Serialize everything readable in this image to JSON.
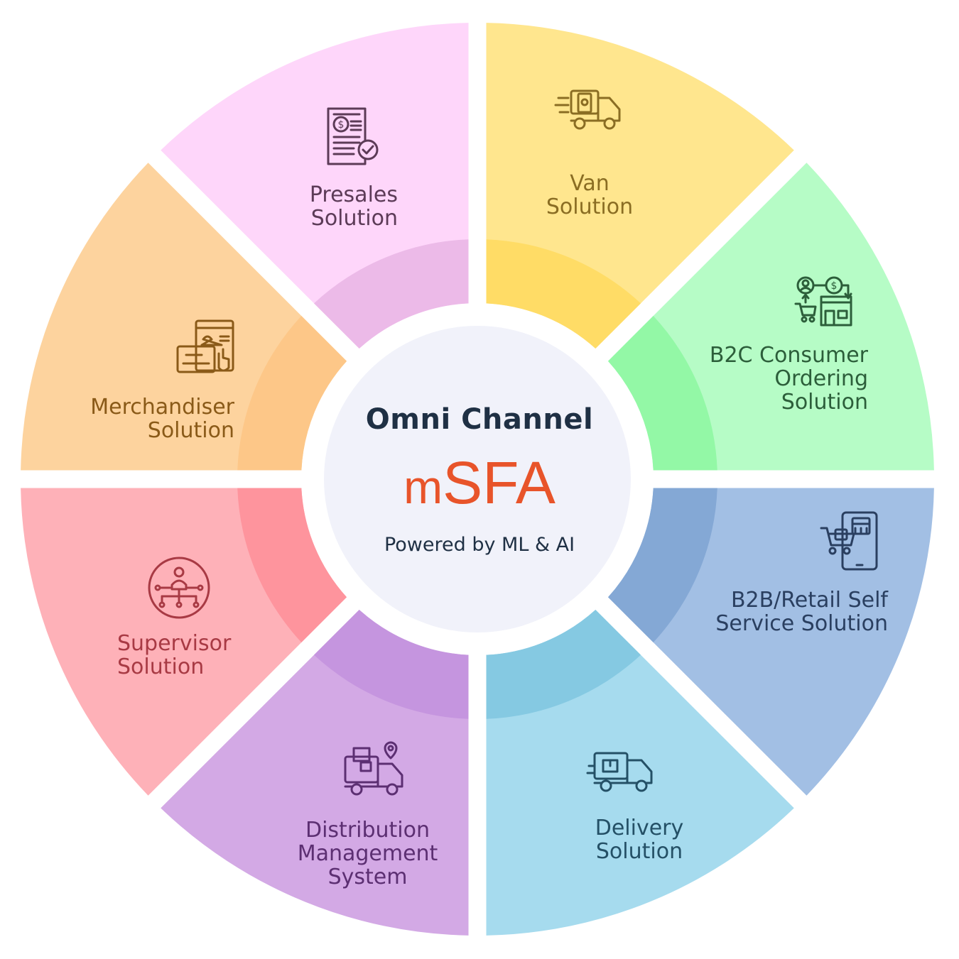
{
  "center": {
    "title": "Omni Channel",
    "brand_prefix": "m",
    "brand_main": "SFA",
    "tagline": "Powered by ML & AI",
    "circle_color": "#f1f2fa",
    "title_color": "#1f3044",
    "brand_color": "#e8542a"
  },
  "segments": [
    {
      "id": "van",
      "lines": [
        "Van",
        "Solution"
      ],
      "icon": "delivery-truck-phone-icon",
      "color": "#ffe68e",
      "inner_color": "#ffdc66",
      "text_color": "#8a6d23"
    },
    {
      "id": "b2c",
      "lines": [
        "B2C Consumer",
        "Ordering",
        "Solution"
      ],
      "icon": "consumer-order-store-icon",
      "color": "#b6fcc6",
      "inner_color": "#93f8a6",
      "text_color": "#2c5e3a"
    },
    {
      "id": "b2b",
      "lines": [
        "B2B/Retail Self",
        "Service Solution"
      ],
      "icon": "tablet-cart-store-icon",
      "color": "#a2bfe4",
      "inner_color": "#84a8d5",
      "text_color": "#2a3f60"
    },
    {
      "id": "delivery",
      "lines": [
        "Delivery",
        "Solution"
      ],
      "icon": "delivery-van-box-icon",
      "color": "#a6dbee",
      "inner_color": "#85c9e2",
      "text_color": "#245066"
    },
    {
      "id": "distribution",
      "lines": [
        "Distribution",
        "Management",
        "System"
      ],
      "icon": "distribution-truck-location-icon",
      "color": "#d3a9e5",
      "inner_color": "#c595df",
      "text_color": "#5c2f72"
    },
    {
      "id": "supervisor",
      "lines": [
        "Supervisor",
        "Solution"
      ],
      "icon": "supervisor-network-icon",
      "color": "#feb1b8",
      "inner_color": "#fe949d",
      "text_color": "#a83a44"
    },
    {
      "id": "merchandiser",
      "lines": [
        "Merchandiser",
        "Solution"
      ],
      "icon": "merchandiser-display-icon",
      "color": "#fdd39e",
      "inner_color": "#fdc788",
      "text_color": "#8a5a18"
    },
    {
      "id": "presales",
      "lines": [
        "Presales",
        "Solution"
      ],
      "icon": "invoice-checkmark-icon",
      "color": "#fed6fa",
      "inner_color": "#ecbae8",
      "text_color": "#5c3b57"
    }
  ]
}
